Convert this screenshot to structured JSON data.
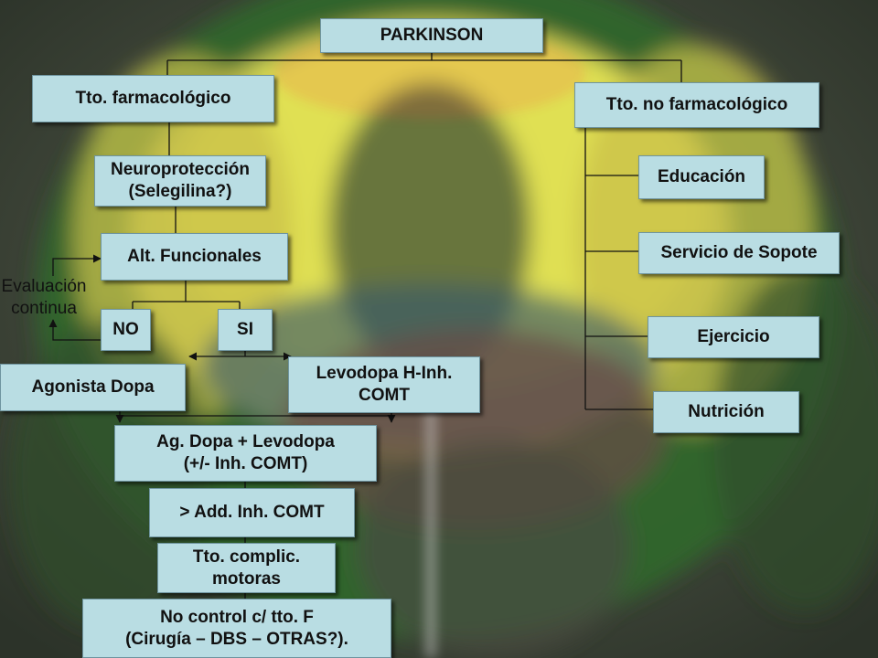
{
  "diagram": {
    "nodes": {
      "parkinson": "PARKINSON",
      "tto_farmacologico": "Tto. farmacológico",
      "tto_no_farmacologico": "Tto. no farmacológico",
      "neuroproteccion": "Neuroprotección\n(Selegilina?)",
      "alt_funcionales": "Alt. Funcionales",
      "no": "NO",
      "si": "SI",
      "agonista_dopa": "Agonista Dopa",
      "levodopa": "Levodopa H-Inh.\nCOMT",
      "ag_dopa_levodopa": "Ag. Dopa + Levodopa\n(+/- Inh. COMT)",
      "add_inh_comt": "> Add. Inh. COMT",
      "tto_complic": "Tto. complic.\nmotoras",
      "no_control": "No control c/ tto. F\n(Cirugía – DBS – OTRAS?).",
      "educacion": "Educación",
      "servicio_soporte": "Servicio de Sopote",
      "ejercicio": "Ejercicio",
      "nutricion": "Nutrición"
    },
    "annotation": "Evaluación\ncontinua",
    "colors": {
      "node_fill": "#b9dde3",
      "node_border": "#6f95a0",
      "connector": "#111111",
      "background": "#3f4a3c"
    }
  }
}
